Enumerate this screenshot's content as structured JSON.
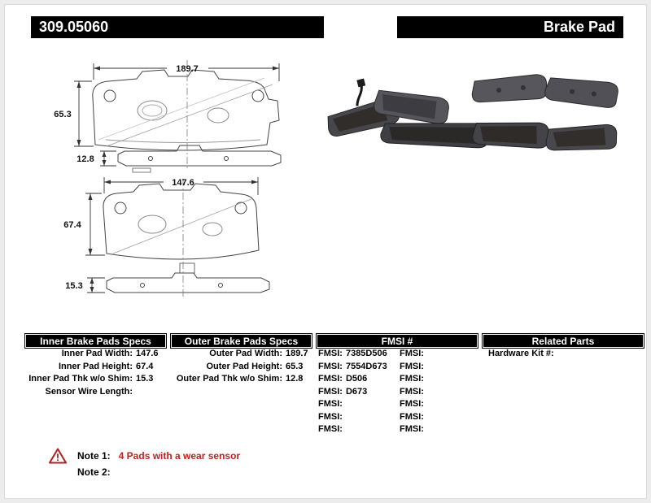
{
  "header": {
    "part_number": "309.05060",
    "product_type": "Brake Pad"
  },
  "colors": {
    "header_bg": "#000000",
    "note_red": "#c32020"
  },
  "diagram": {
    "outer_front": {
      "width": "189.7",
      "height": "65.3"
    },
    "outer_side": {
      "thickness": "12.8"
    },
    "inner_front": {
      "width": "147.6",
      "height": "67.4"
    },
    "inner_side": {
      "thickness": "15.3"
    }
  },
  "tables": {
    "inner_specs": {
      "title": "Inner Brake Pads Specs",
      "rows": [
        {
          "label": "Inner Pad Width:",
          "value": "147.6"
        },
        {
          "label": "Inner Pad Height:",
          "value": "67.4"
        },
        {
          "label": "Inner Pad Thk w/o Shim:",
          "value": "15.3"
        },
        {
          "label": "Sensor Wire Length:",
          "value": ""
        }
      ]
    },
    "outer_specs": {
      "title": "Outer Brake Pads Specs",
      "rows": [
        {
          "label": "Outer Pad Width:",
          "value": "189.7"
        },
        {
          "label": "Outer Pad Height:",
          "value": "65.3"
        },
        {
          "label": "Outer Pad Thk w/o Shim:",
          "value": "12.8"
        }
      ]
    },
    "fmsi": {
      "title": "FMSI #",
      "col1": [
        {
          "label": "FMSI:",
          "value": "7385D506"
        },
        {
          "label": "FMSI:",
          "value": "7554D673"
        },
        {
          "label": "FMSI:",
          "value": "D506"
        },
        {
          "label": "FMSI:",
          "value": "D673"
        },
        {
          "label": "FMSI:",
          "value": ""
        },
        {
          "label": "FMSI:",
          "value": ""
        },
        {
          "label": "FMSI:",
          "value": ""
        }
      ],
      "col2": [
        {
          "label": "FMSI:",
          "value": ""
        },
        {
          "label": "FMSI:",
          "value": ""
        },
        {
          "label": "FMSI:",
          "value": ""
        },
        {
          "label": "FMSI:",
          "value": ""
        },
        {
          "label": "FMSI:",
          "value": ""
        },
        {
          "label": "FMSI:",
          "value": ""
        },
        {
          "label": "FMSI:",
          "value": ""
        }
      ]
    },
    "related_parts": {
      "title": "Related Parts",
      "rows": [
        {
          "label": "Hardware Kit #:",
          "value": ""
        }
      ]
    }
  },
  "notes": {
    "items": [
      {
        "label": "Note 1:",
        "text": "4 Pads with a wear sensor"
      },
      {
        "label": "Note 2:",
        "text": ""
      }
    ]
  }
}
